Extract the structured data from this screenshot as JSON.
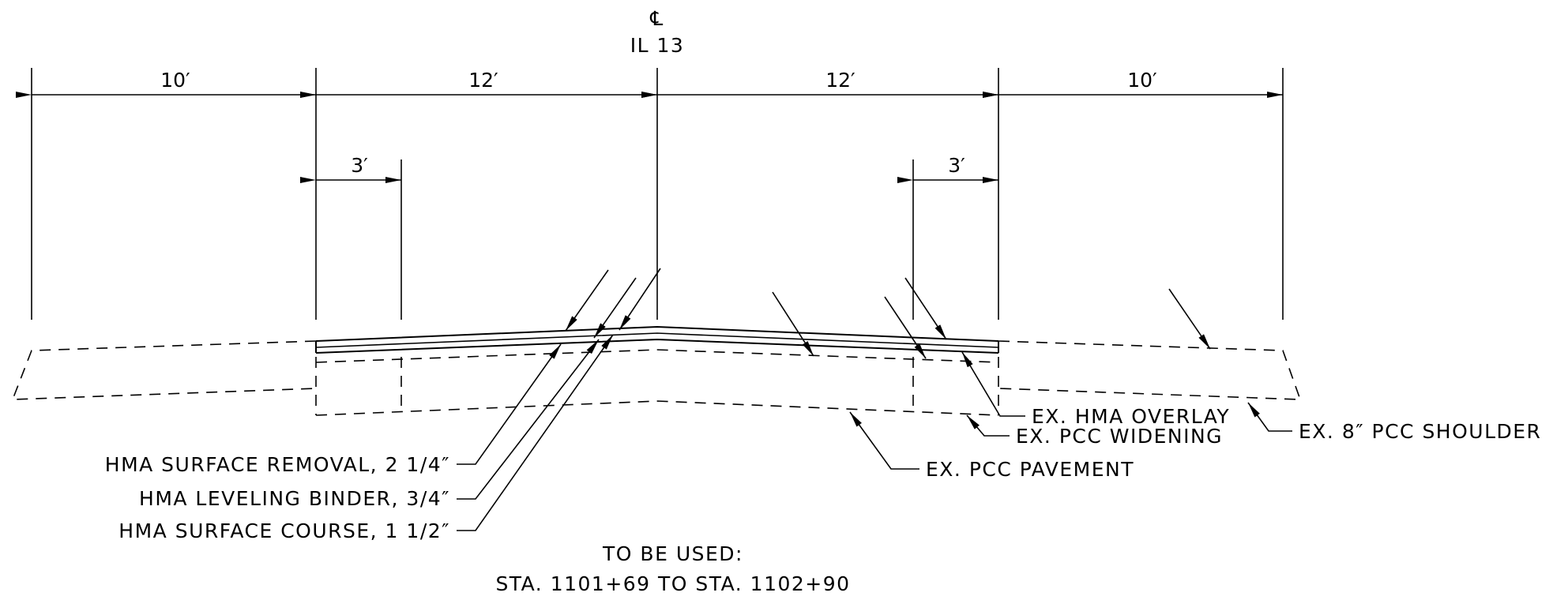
{
  "centerline": {
    "symbol": "℄",
    "route": "IL 13"
  },
  "dimensions": {
    "left_shoulder": "10′",
    "left_lane": "12′",
    "right_lane": "12′",
    "right_shoulder": "10′",
    "left_widening": "3′",
    "right_widening": "3′"
  },
  "callouts": {
    "surface_removal": "HMA SURFACE REMOVAL, 2 1/4″",
    "leveling_binder": "HMA LEVELING BINDER, 3/4″",
    "surface_course": "HMA SURFACE COURSE, 1 1/2″",
    "ex_overlay": "EX. HMA OVERLAY",
    "ex_widening": "EX. PCC WIDENING",
    "ex_pavement": "EX. PCC PAVEMENT",
    "ex_shoulder": "EX. 8″ PCC SHOULDER"
  },
  "note": {
    "line1": "TO BE USED:",
    "line2": "STA. 1101+69 TO STA. 1102+90"
  }
}
